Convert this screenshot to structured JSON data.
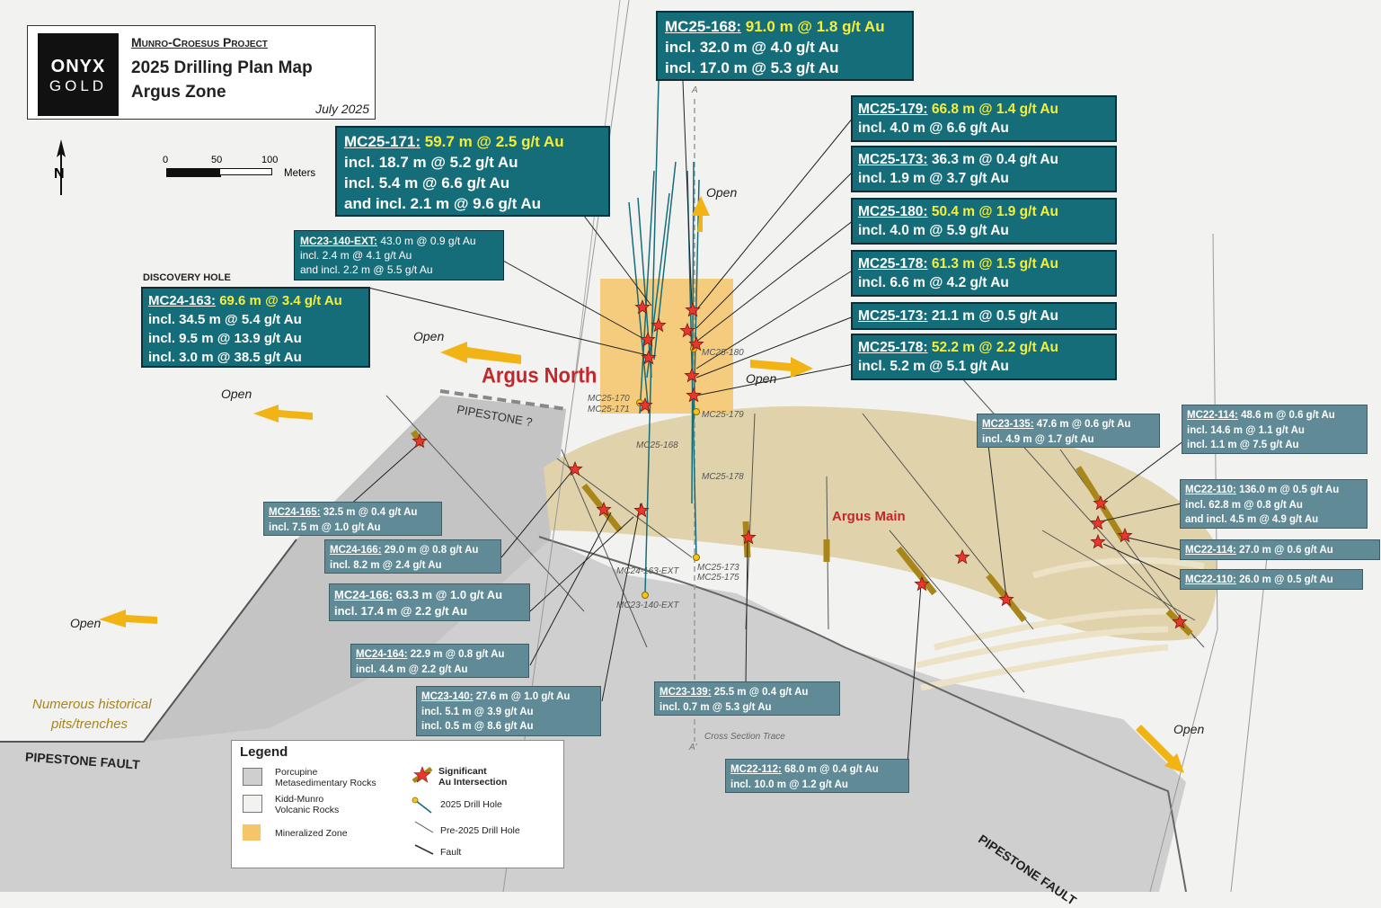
{
  "title": {
    "project": "Munro-Croesus Project",
    "line1": "2025 Drilling Plan Map",
    "line2": "Argus Zone",
    "date": "July 2025",
    "logo_top": "ONYX",
    "logo_bottom": "GOLD"
  },
  "scale": {
    "ticks": [
      "0",
      "50",
      "100"
    ],
    "unit": "Meters"
  },
  "north_arrow": "N",
  "places": {
    "argus_north": "Argus North",
    "argus_main": "Argus Main",
    "pipestone_q": "PIPESTONE ?",
    "pipestone_fault_left": "PIPESTONE FAULT",
    "pipestone_fault_right": "PIPESTONE FAULT",
    "historical": [
      "Numerous historical",
      "pits/trenches"
    ],
    "discovery": "DISCOVERY HOLE",
    "open": "Open",
    "section_a": "A",
    "section_a2": "A'",
    "cross_section": "Cross Section Trace"
  },
  "hole_labels": {
    "mc25_180": "MC25-180",
    "mc25_170": "MC25-170",
    "mc25_171": "MC25-171",
    "mc25_179": "MC25-179",
    "mc25_168": "MC25-168",
    "mc25_178": "MC25-178",
    "mc24_163_ext": "MC24-163-EXT",
    "mc25_173": "MC25-173",
    "mc25_175": "MC25-175",
    "mc23_140_ext": "MC23-140-EXT"
  },
  "callouts": {
    "mc25_168": {
      "hole": "MC25-168:",
      "main": " 91.0 m @ 1.8 g/t Au",
      "l2": "incl. 32.0 m @ 4.0 g/t Au",
      "l3": "incl. 17.0 m @ 5.3 g/t Au"
    },
    "mc25_171": {
      "hole": "MC25-171:",
      "main": " 59.7 m @ 2.5 g/t Au",
      "l2": "incl. 18.7 m @ 5.2 g/t Au",
      "l3": "incl. 5.4 m @ 6.6 g/t Au",
      "l4": "and incl. 2.1 m @ 9.6 g/t Au"
    },
    "mc25_179": {
      "hole": "MC25-179:",
      "main": " 66.8 m @ 1.4 g/t Au",
      "l2": "incl. 4.0 m @ 6.6 g/t Au"
    },
    "mc25_173a": {
      "hole": "MC25-173:",
      "main": " 36.3 m @ 0.4 g/t Au",
      "l2": "incl. 1.9 m @ 3.7 g/t Au"
    },
    "mc25_180": {
      "hole": "MC25-180:",
      "main": " 50.4 m @ 1.9 g/t Au",
      "l2": "incl. 4.0 m @ 5.9 g/t Au"
    },
    "mc25_178a": {
      "hole": "MC25-178:",
      "main": " 61.3 m @ 1.5 g/t Au",
      "l2": "incl. 6.6 m @ 4.2 g/t Au"
    },
    "mc25_173b": {
      "hole": "MC25-173:",
      "main": " 21.1 m @ 0.5 g/t Au"
    },
    "mc25_178b": {
      "hole": "MC25-178:",
      "main": " 52.2 m @ 2.2 g/t Au",
      "l2": "incl. 5.2 m @ 5.1 g/t Au"
    },
    "mc23_140_ext": {
      "hole": "MC23-140-EXT:",
      "main": " 43.0 m @ 0.9 g/t Au",
      "l2": "incl. 2.4 m @ 4.1 g/t Au",
      "l3": "and incl. 2.2 m @ 5.5 g/t Au"
    },
    "mc24_163": {
      "hole": "MC24-163:",
      "main": " 69.6 m @ 3.4 g/t Au",
      "l2": "incl. 34.5 m @ 5.4 g/t Au",
      "l3": "incl. 9.5 m @ 13.9 g/t Au",
      "l4": "incl. 3.0 m @ 38.5 g/t Au"
    },
    "mc24_165": {
      "hole": "MC24-165:",
      "main": " 32.5 m @ 0.4 g/t Au",
      "l2": "incl. 7.5 m @ 1.0 g/t Au"
    },
    "mc24_166a": {
      "hole": "MC24-166:",
      "main": " 29.0 m @ 0.8 g/t Au",
      "l2": "incl. 8.2 m @ 2.4 g/t Au"
    },
    "mc24_166b": {
      "hole": "MC24-166:",
      "main": " 63.3 m @ 1.0 g/t Au",
      "l2": "incl. 17.4 m @ 2.2 g/t Au"
    },
    "mc24_164": {
      "hole": "MC24-164:",
      "main": " 22.9 m @ 0.8 g/t Au",
      "l2": "incl. 4.4 m @ 2.2 g/t Au"
    },
    "mc23_140": {
      "hole": "MC23-140:",
      "main": " 27.6 m @ 1.0 g/t Au",
      "l2": "incl. 5.1 m @ 3.9 g/t Au",
      "l3": "incl. 0.5 m @ 8.6 g/t Au"
    },
    "mc23_139": {
      "hole": "MC23-139:",
      "main": " 25.5 m @ 0.4 g/t Au",
      "l2": "incl. 0.7 m @ 5.3 g/t Au"
    },
    "mc22_112": {
      "hole": "MC22-112:",
      "main": " 68.0 m @ 0.4 g/t Au",
      "l2": "incl. 10.0 m @ 1.2 g/t Au"
    },
    "mc23_135": {
      "hole": "MC23-135:",
      "main": " 47.6 m @ 0.6 g/t Au",
      "l2": "incl. 4.9 m @ 1.7 g/t Au"
    },
    "mc22_114a": {
      "hole": "MC22-114:",
      "main": " 48.6 m @ 0.6 g/t Au",
      "l2": "incl. 14.6 m @ 1.1 g/t Au",
      "l3": "incl. 1.1 m @ 7.5 g/t Au"
    },
    "mc22_110a": {
      "hole": "MC22-110:",
      "main": " 136.0 m @ 0.5 g/t Au",
      "l2": "incl. 62.8 m @ 0.8 g/t Au",
      "l3": "and incl. 4.5 m @ 4.9 g/t Au"
    },
    "mc22_114b": {
      "hole": "MC22-114:",
      "main": " 27.0 m @ 0.6 g/t Au"
    },
    "mc22_110b": {
      "hole": "MC22-110:",
      "main": " 26.0 m @ 0.5 g/t Au"
    }
  },
  "legend": {
    "title": "Legend",
    "porcupine": [
      "Porcupine",
      "Metasedimentary Rocks"
    ],
    "kidd": [
      "Kidd-Munro",
      "Volcanic Rocks"
    ],
    "mineralized": "Mineralized Zone",
    "significant": [
      "Significant",
      "Au Intersection"
    ],
    "drill2025": "2025 Drill Hole",
    "pre2025": "Pre-2025 Drill Hole",
    "fault": "Fault"
  },
  "colors": {
    "porcupine": "#cfcfcf",
    "kidd": "#f2f2f1",
    "mineral_zone": "#e0d2aa",
    "argus_north_zone": "#f6c56a",
    "callout_teal": "#166d7a",
    "callout_grey": "#5f8a96",
    "arrow": "#f2b315",
    "star": "#e8372c",
    "highlight_yellow": "#f4ef3c"
  }
}
